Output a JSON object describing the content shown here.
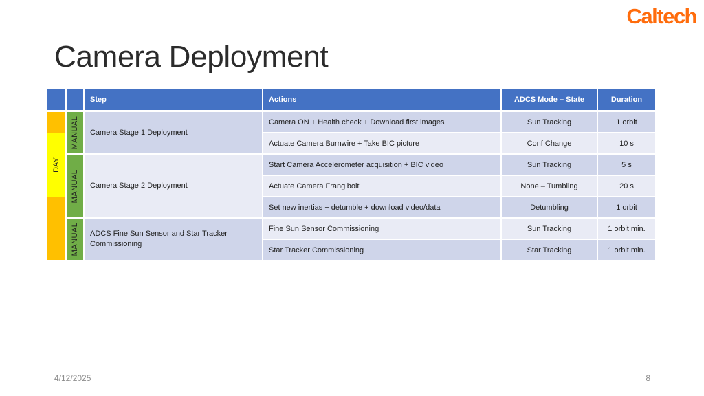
{
  "logo": "Caltech",
  "title": "Camera Deployment",
  "table": {
    "headers": {
      "phase": "",
      "mode": "",
      "step": "Step",
      "actions": "Actions",
      "adcs": "ADCS Mode – State",
      "duration": "Duration"
    },
    "phase_label": "DAY",
    "groups": [
      {
        "manual_label": "MANUAL",
        "step": "Camera Stage 1 Deployment",
        "rows": [
          {
            "action": "Camera ON + Health check + Download first images",
            "adcs": "Sun Tracking",
            "duration": "1 orbit"
          },
          {
            "action": "Actuate Camera Burnwire + Take BIC picture",
            "adcs": "Conf Change",
            "duration": "10 s"
          }
        ]
      },
      {
        "manual_label": "MANUAL",
        "step": "Camera Stage 2 Deployment",
        "rows": [
          {
            "action": "Start Camera Accelerometer acquisition + BIC video",
            "adcs": "Sun Tracking",
            "duration": "5 s"
          },
          {
            "action": "Actuate Camera Frangibolt",
            "adcs": "None – Tumbling",
            "duration": "20 s"
          },
          {
            "action": "Set new inertias + detumble + download video/data",
            "adcs": "Detumbling",
            "duration": "1 orbit"
          }
        ]
      },
      {
        "manual_label": "MANUAL",
        "step": "ADCS Fine Sun Sensor and Star Tracker Commissioning",
        "rows": [
          {
            "action": "Fine Sun Sensor Commissioning",
            "adcs": "Sun Tracking",
            "duration": "1 orbit min."
          },
          {
            "action": "Star Tracker Commissioning",
            "adcs": "Star Tracking",
            "duration": "1 orbit min."
          }
        ]
      }
    ],
    "colors": {
      "header": "#4472c4",
      "row_dark": "#cfd5ea",
      "row_light": "#e9ebf5",
      "manual": "#70ad47",
      "day_orange": "#ffc000",
      "day_yellow": "#ffff00"
    }
  },
  "footer": {
    "date": "4/12/2025",
    "page": "8"
  }
}
